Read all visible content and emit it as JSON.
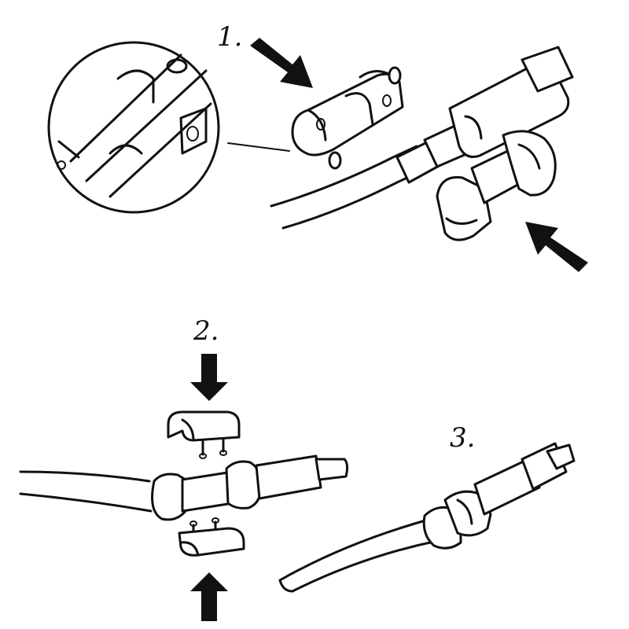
{
  "steps": [
    {
      "label": "1."
    },
    {
      "label": "2."
    },
    {
      "label": "3."
    }
  ],
  "colors": {
    "line": "#111111",
    "background": "#ffffff"
  }
}
